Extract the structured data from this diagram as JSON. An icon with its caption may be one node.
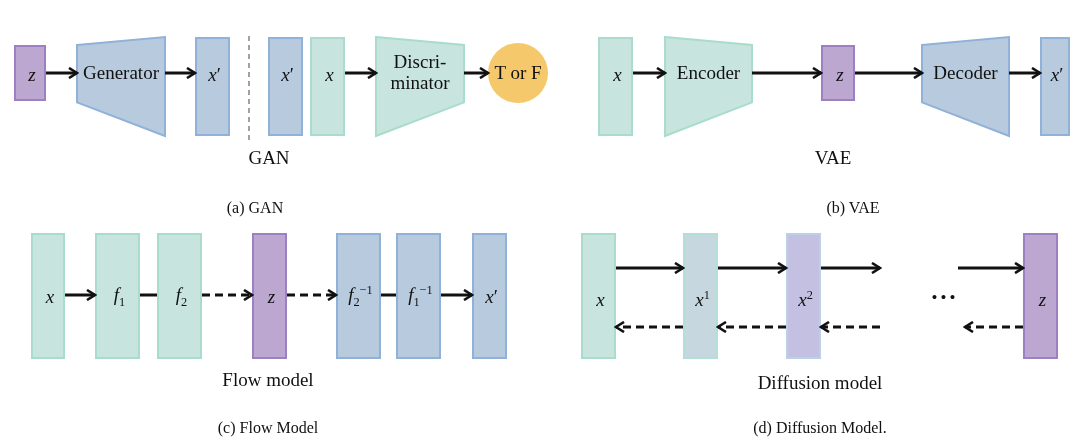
{
  "diagram": {
    "nodes": [
      {
        "text": [
          "z"
        ]
      },
      {
        "text": [
          "Generator"
        ]
      },
      {
        "text": [
          "*x*′"
        ]
      },
      {
        "text": [
          "*x*′"
        ]
      },
      {
        "text": [
          "x"
        ]
      },
      {
        "text": [
          "Discri- minator"
        ]
      },
      {
        "text": [
          "T or F"
        ]
      },
      {
        "text": [
          "x"
        ]
      },
      {
        "text": [
          "Encoder"
        ]
      },
      {
        "text": [
          "z"
        ]
      },
      {
        "text": [
          "Decoder"
        ]
      },
      {
        "text": [
          "*x*′"
        ]
      },
      {
        "text": [
          "x"
        ]
      },
      {
        "text": [
          "*f*$_{1}$"
        ]
      },
      {
        "text": [
          "*f*$_{2}$"
        ]
      },
      {
        "text": [
          "z"
        ]
      },
      {
        "text": [
          "*f*$_{2}$$^{−1}$"
        ]
      },
      {
        "text": [
          "*f*$_{1}$$^{−1}$"
        ]
      },
      {
        "text": [
          "*x*′"
        ]
      },
      {
        "text": [
          "x"
        ]
      },
      {
        "text": [
          "*x*$^{1}$"
        ]
      },
      {
        "text": [
          "*x*$^{2}$"
        ]
      },
      {
        "text": [
          "z"
        ]
      }
    ],
    "edges": [
      {
        "from": 0,
        "to": 1,
        "arrow": "to"
      },
      {
        "from": 1,
        "to": 2,
        "arrow": "to"
      },
      {
        "from": 4,
        "to": 5,
        "arrow": "to"
      },
      {
        "from": 5,
        "to": 6,
        "arrow": "to"
      },
      {
        "from": 7,
        "to": 8,
        "arrow": "to"
      },
      {
        "from": 8,
        "to": 9,
        "arrow": "to"
      },
      {
        "from": 9,
        "to": 10,
        "arrow": "to"
      },
      {
        "from": 10,
        "to": 11,
        "arrow": "to"
      },
      {
        "from": 12,
        "to": 13,
        "arrow": "to"
      },
      {
        "from": 13,
        "to": 14,
        "arrow": "none"
      },
      {
        "from": 14,
        "to": 15,
        "arrow": "to",
        "style": "dashed"
      },
      {
        "from": 15,
        "to": 16,
        "arrow": "to",
        "style": "dashed"
      },
      {
        "from": 16,
        "to": 17,
        "arrow": "none"
      },
      {
        "from": 17,
        "to": 18,
        "arrow": "to"
      },
      {
        "from": 19,
        "to": 20,
        "arrow": "to"
      },
      {
        "from": 20,
        "to": 21,
        "arrow": "to"
      },
      {
        "from": 21,
        "to": null,
        "arrow": "to"
      },
      {
        "from": null,
        "to": 22,
        "arrow": "to"
      },
      {
        "from": 20,
        "to": 19,
        "arrow": "to",
        "style": "dashed"
      },
      {
        "from": 21,
        "to": 20,
        "arrow": "to",
        "style": "dashed"
      },
      {
        "from": null,
        "to": 21,
        "arrow": "to",
        "style": "dashed"
      },
      {
        "from": 22,
        "to": null,
        "arrow": "to",
        "style": "dashed"
      }
    ],
    "labels": [
      "GAN",
      "VAE",
      "(a) GAN",
      "(b) VAE",
      "•••",
      "Flow model",
      "Diffusion model",
      "(c) Flow Model",
      "(d) Diffusion Model."
    ]
  }
}
